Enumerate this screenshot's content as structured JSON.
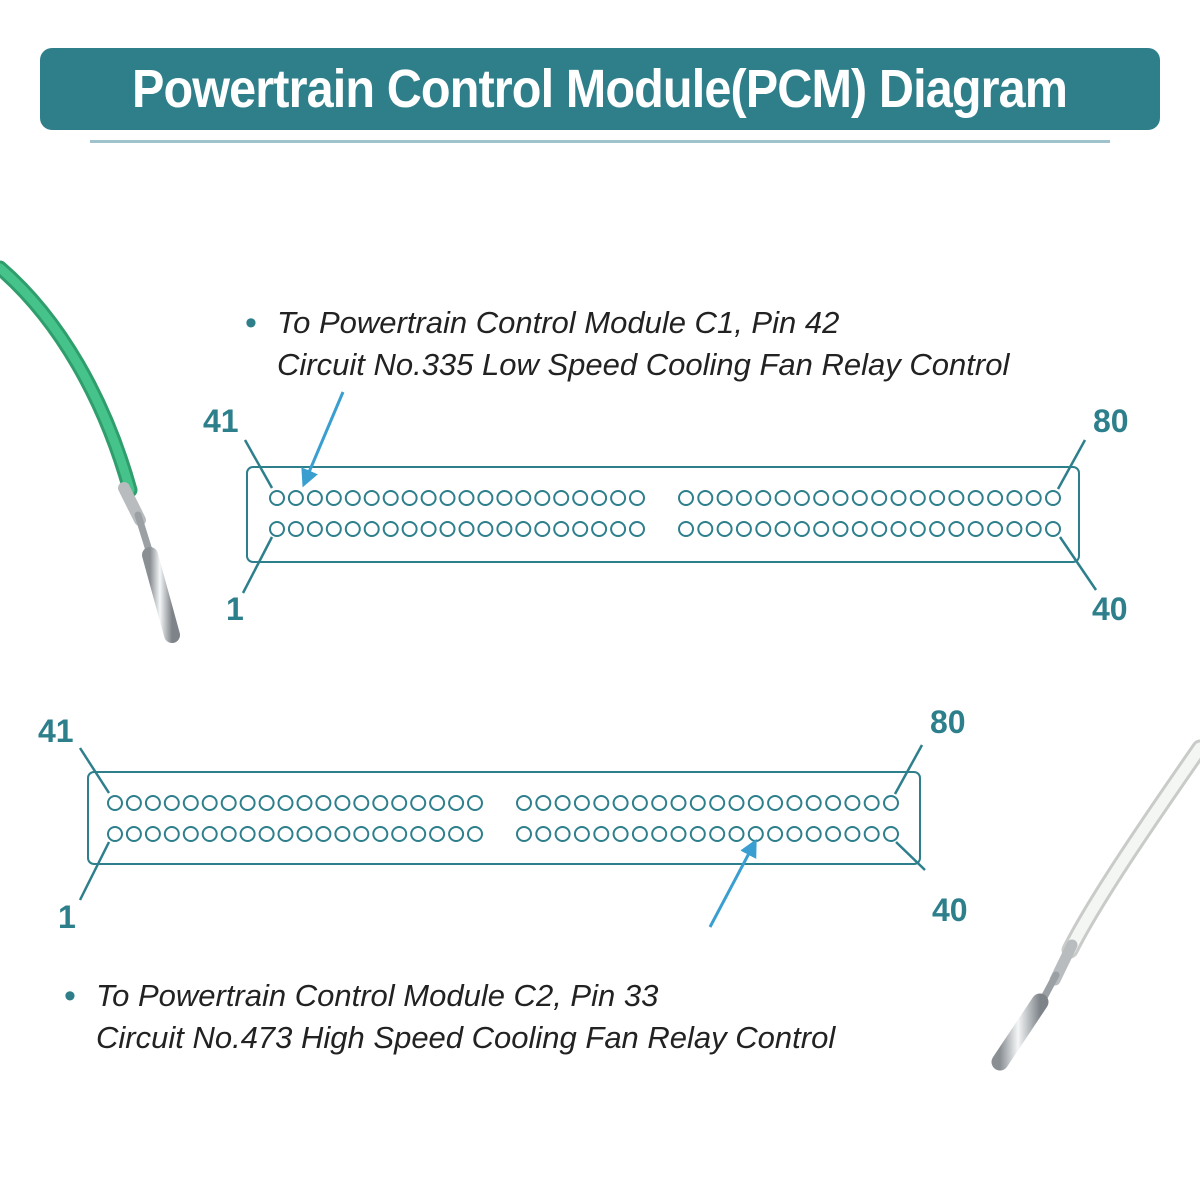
{
  "title": "Powertrain Control Module(PCM) Diagram",
  "colors": {
    "banner": "#2f7f8b",
    "connector": "#2e7f8c",
    "arrow": "#3a9fd0",
    "green_wire": "#3ab57f",
    "white_wire": "#eef0ee"
  },
  "connectors": [
    {
      "id": "c1",
      "note_line1": "To Powertrain Control Module C1, Pin 42",
      "note_line2": "Circuit No.335 Low Speed Cooling Fan Relay Control",
      "top_left_label": "41",
      "top_right_label": "80",
      "bottom_left_label": "1",
      "bottom_right_label": "40",
      "highlight_row": "top",
      "highlight_index": 1
    },
    {
      "id": "c2",
      "note_line1": "To Powertrain Control Module C2, Pin 33",
      "note_line2": "Circuit No.473 High Speed Cooling Fan Relay Control",
      "top_left_label": "41",
      "top_right_label": "80",
      "bottom_left_label": "1",
      "bottom_right_label": "40",
      "highlight_row": "bottom",
      "highlight_index": 32
    }
  ]
}
